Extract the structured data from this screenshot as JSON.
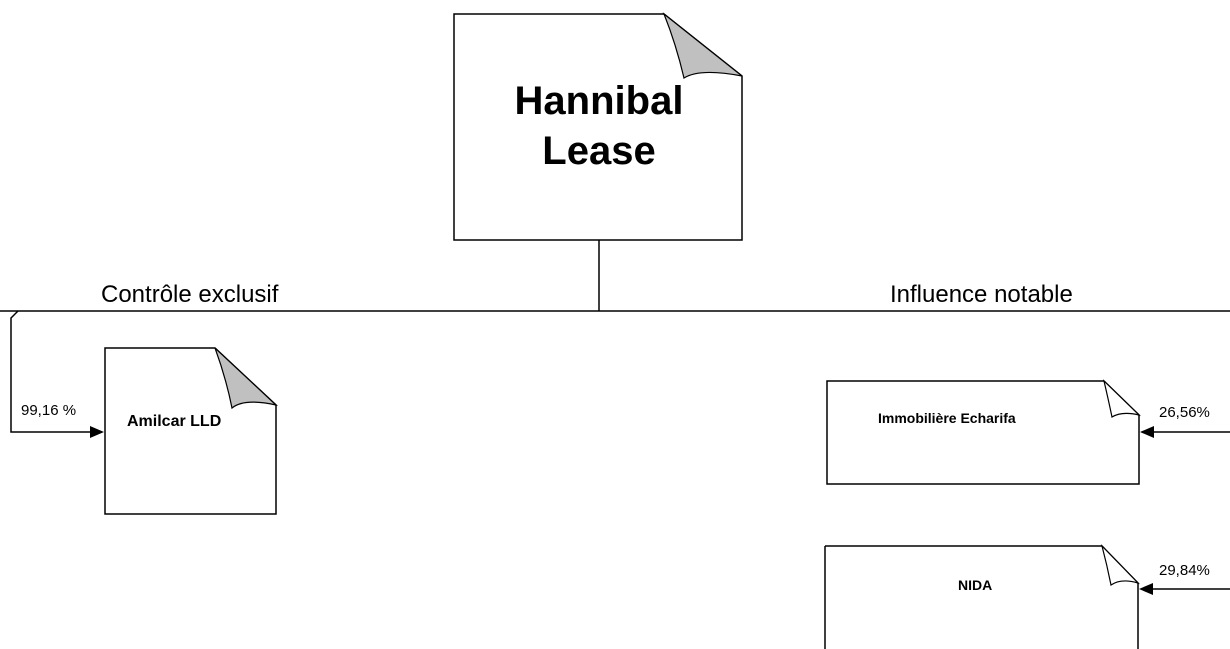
{
  "parent": {
    "name_line1": "Hannibal",
    "name_line2": "Lease"
  },
  "branches": {
    "left_label": "Contrôle exclusif",
    "right_label": "Influence notable"
  },
  "subsidiaries": [
    {
      "name": "Amilcar LLD",
      "share": "99,16 %"
    },
    {
      "name": "Immobilière Echarifa",
      "share": "26,56%"
    },
    {
      "name": "NIDA",
      "share": "29,84%"
    }
  ],
  "colors": {
    "line": "#000000",
    "fold": "#c0c0c0",
    "paper": "#ffffff"
  }
}
